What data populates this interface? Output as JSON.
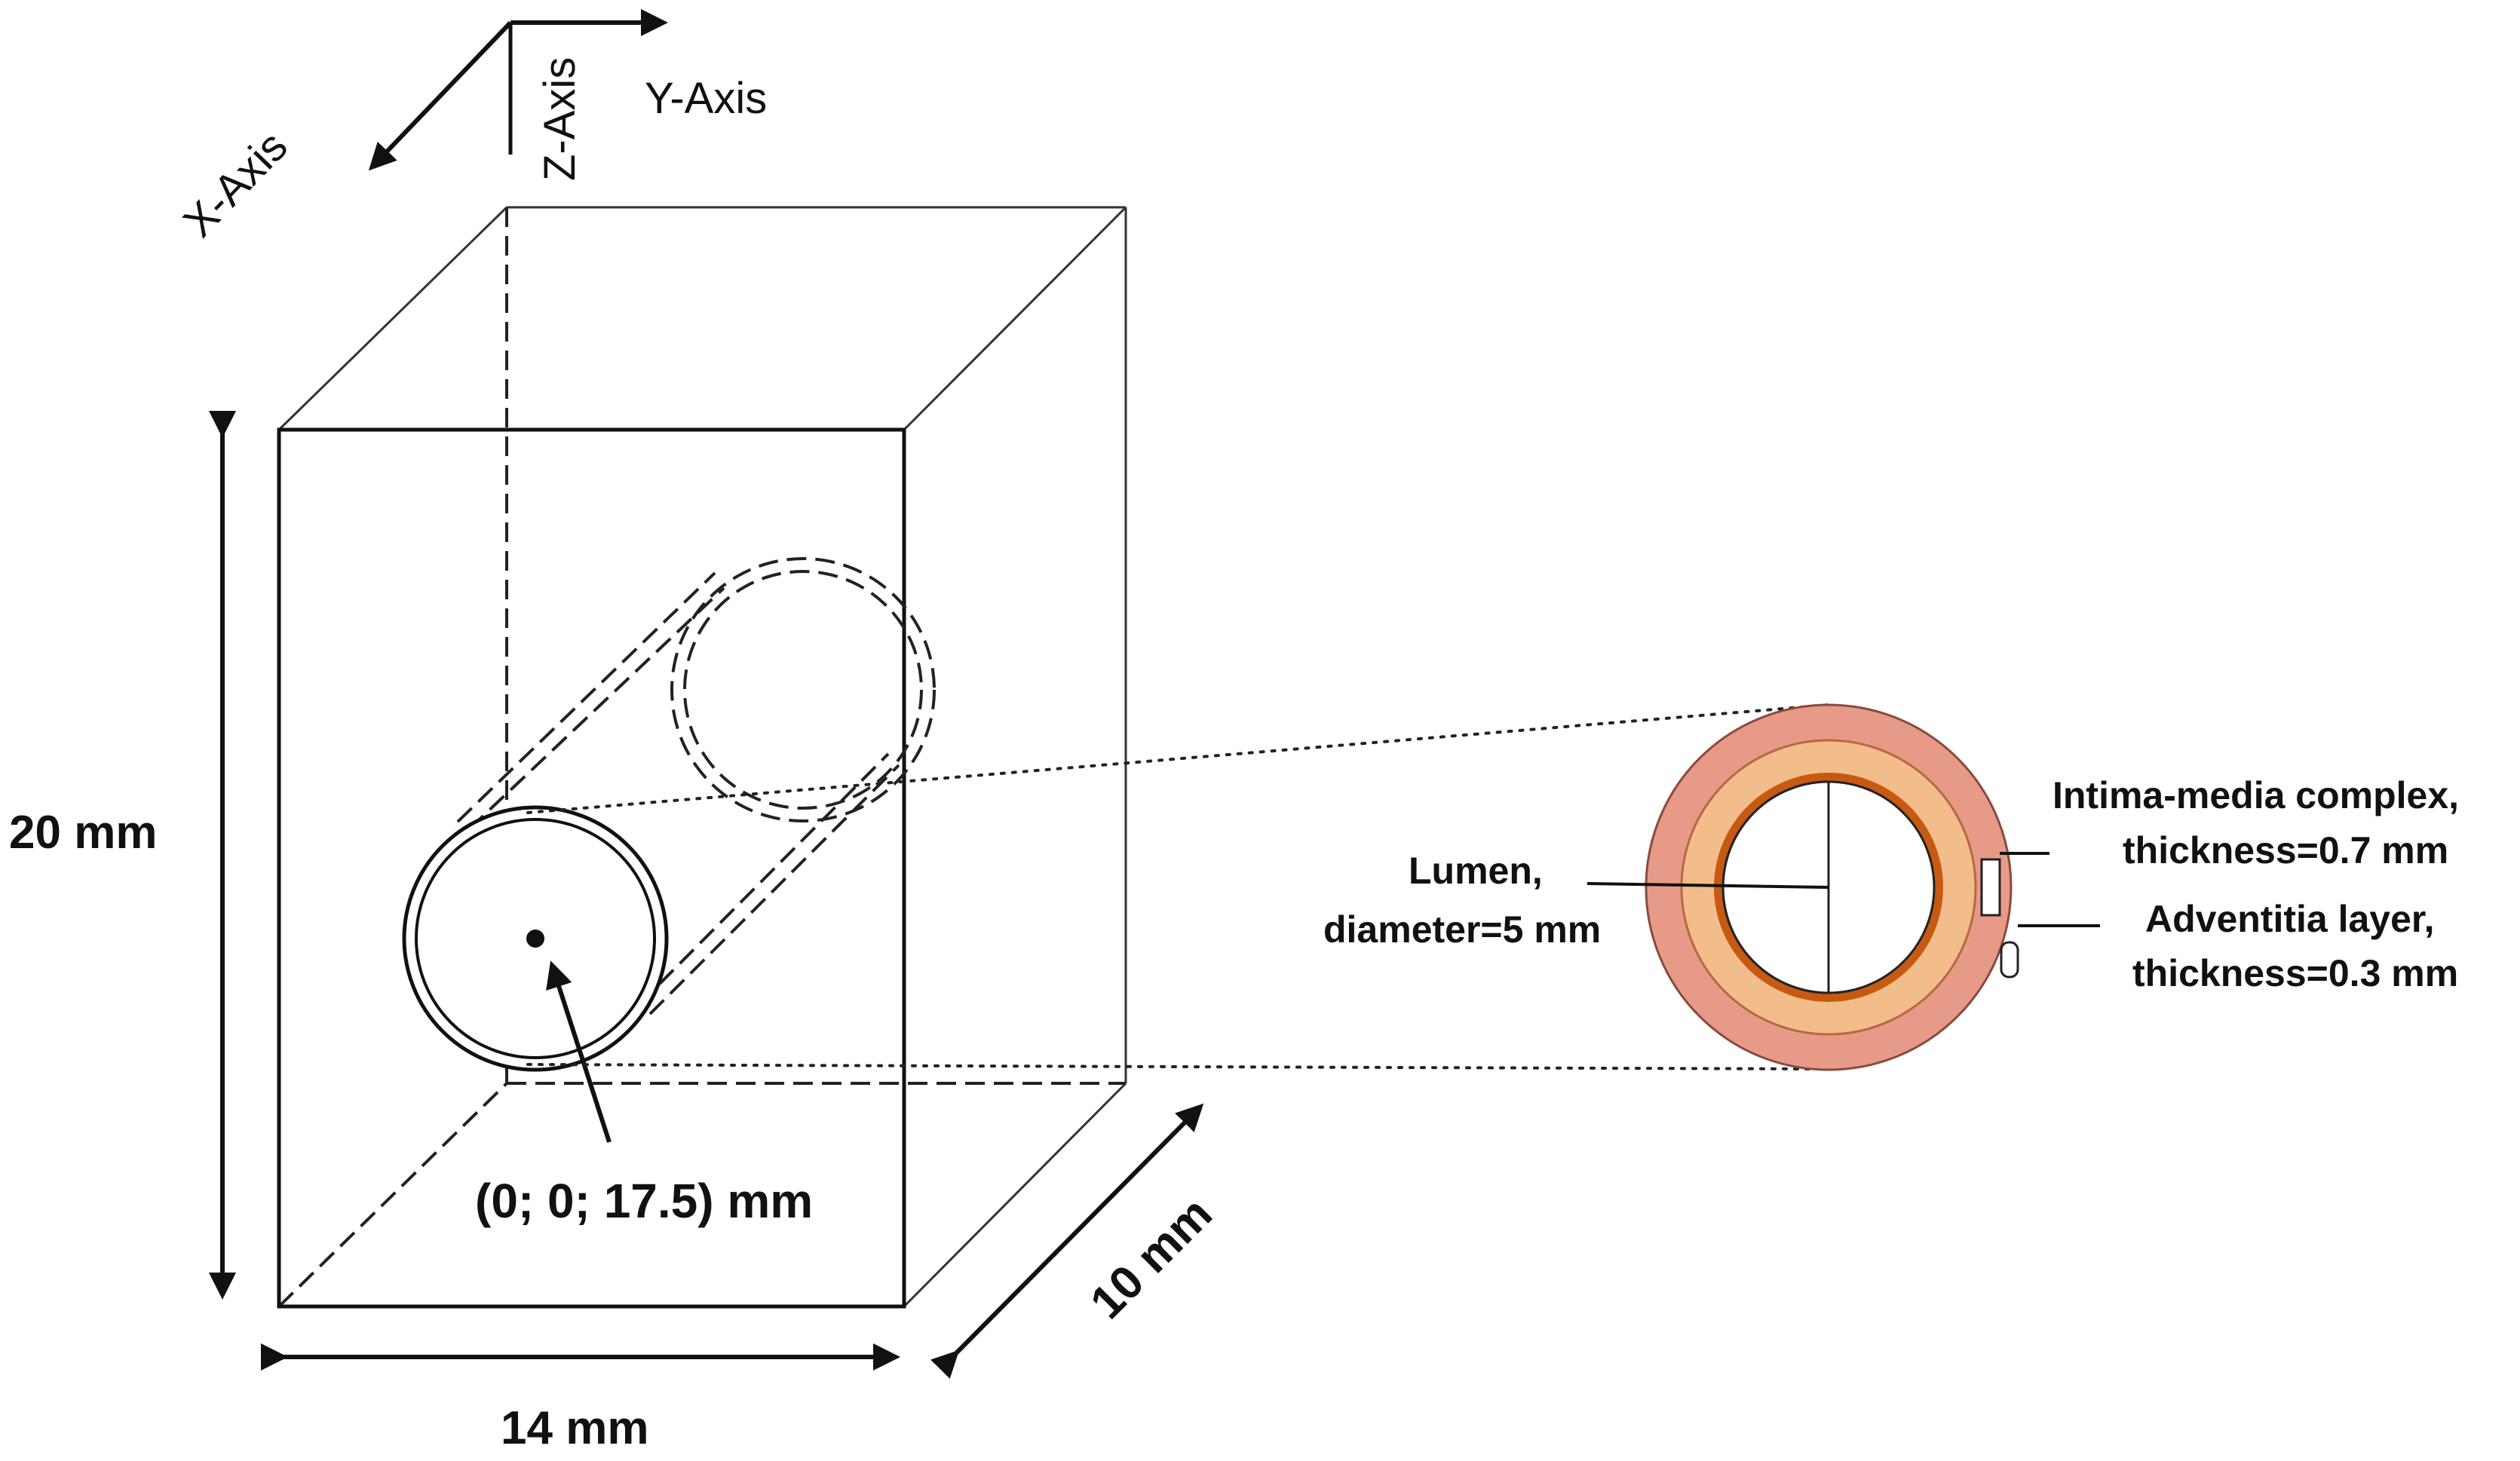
{
  "axes": {
    "x_label": "X-Axis",
    "y_label": "Y-Axis",
    "z_label": "Z-Axis"
  },
  "dimensions": {
    "height": "20 mm",
    "width": "14 mm",
    "depth": "10 mm"
  },
  "center_point": "(0; 0; 17.5) mm",
  "vessel_detail": {
    "lumen_line1": "Lumen,",
    "lumen_line2": "diameter=5 mm",
    "intima_line1": "Intima-media complex,",
    "intima_line2": "thickness=0.7 mm",
    "adventitia_line1": "Adventitia layer,",
    "adventitia_line2": "thickness=0.3 mm"
  },
  "colors": {
    "adventitia": "#e79a88",
    "intima": "#f3bd8b",
    "intima_border": "#c75a12",
    "lumen": "#ffffff"
  }
}
